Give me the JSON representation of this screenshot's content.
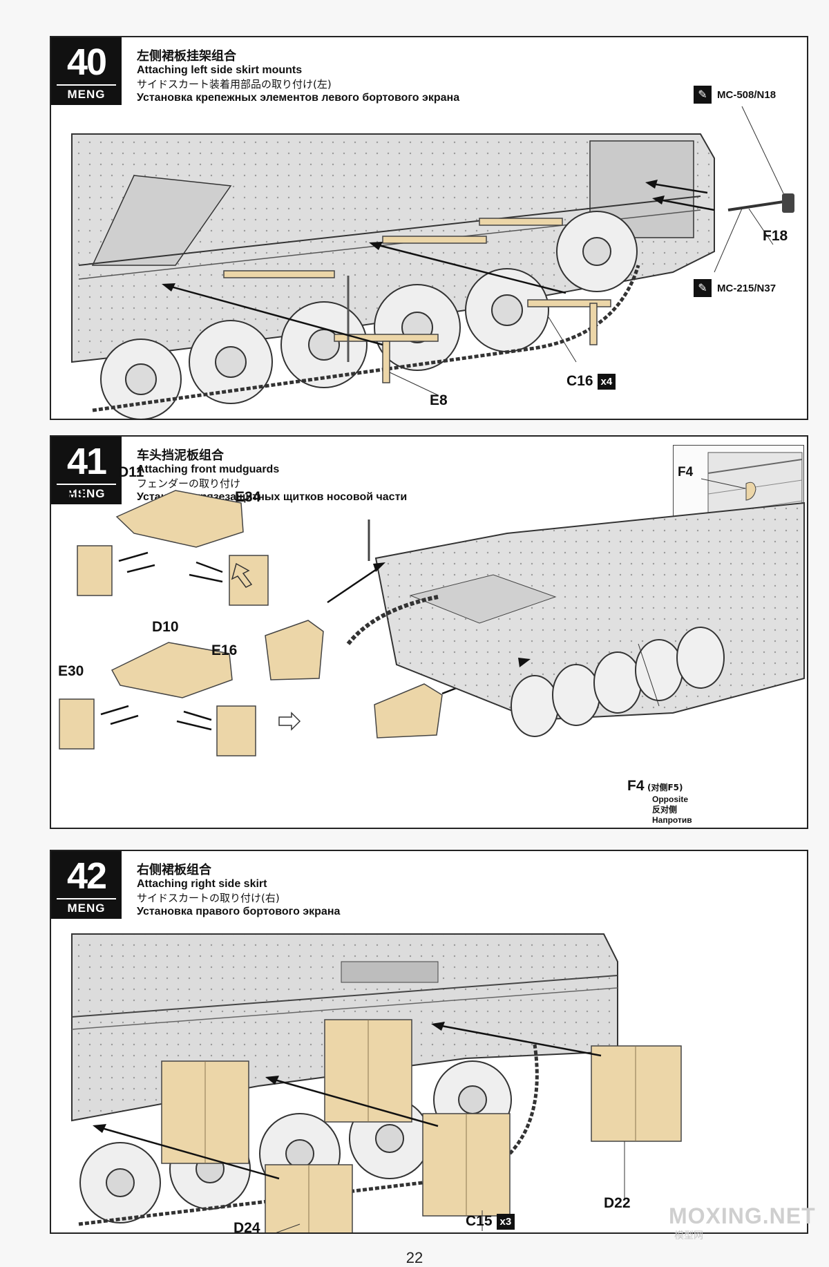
{
  "steps": [
    {
      "number": "40",
      "brand": "MENG",
      "title_cn": "左侧裙板挂架组合",
      "title_en": "Attaching left side skirt mounts",
      "title_jp": "サイドスカート装着用部品の取り付け(左)",
      "title_ru": "Установка крепежных элементов левого бортового экрана",
      "paints": [
        {
          "icon": "brush-icon",
          "code": "MC-508/N18"
        },
        {
          "icon": "brush-icon",
          "code": "MC-215/N37"
        }
      ],
      "parts": [
        {
          "label": "F18"
        },
        {
          "label": "C16",
          "qty": "x4"
        },
        {
          "label": "E8"
        }
      ]
    },
    {
      "number": "41",
      "brand": "MENG",
      "title_cn": "车头挡泥板组合",
      "title_en": "Attaching front mudguards",
      "title_jp": "フェンダーの取り付け",
      "title_ru": "Установка грязезащитных щитков носовой части",
      "parts": [
        {
          "label": "D11"
        },
        {
          "label": "E9"
        },
        {
          "label": "E34"
        },
        {
          "label": "D10"
        },
        {
          "label": "E30"
        },
        {
          "label": "E16"
        }
      ],
      "inset": {
        "label": "F4",
        "warning": "⚠"
      },
      "callout": {
        "label": "F4",
        "label_cn": "(对侧F5)",
        "line_en": "Opposite",
        "line_cn": "反对侧",
        "line_ru": "Напротив"
      }
    },
    {
      "number": "42",
      "brand": "MENG",
      "title_cn": "右侧裙板组合",
      "title_en": "Attaching right side skirt",
      "title_jp": "サイドスカートの取り付け(右)",
      "title_ru": "Установка правого бортового экрана",
      "parts": [
        {
          "label": "D22"
        },
        {
          "label": "D24"
        },
        {
          "label": "C15",
          "qty": "x3"
        }
      ]
    }
  ],
  "page_number": "22",
  "watermark": "MOXING.NET",
  "watermark_sub": "模型网",
  "colors": {
    "part_tan": "#ecd6a8",
    "line": "#222222",
    "vehicle": "#d8d8d8"
  }
}
